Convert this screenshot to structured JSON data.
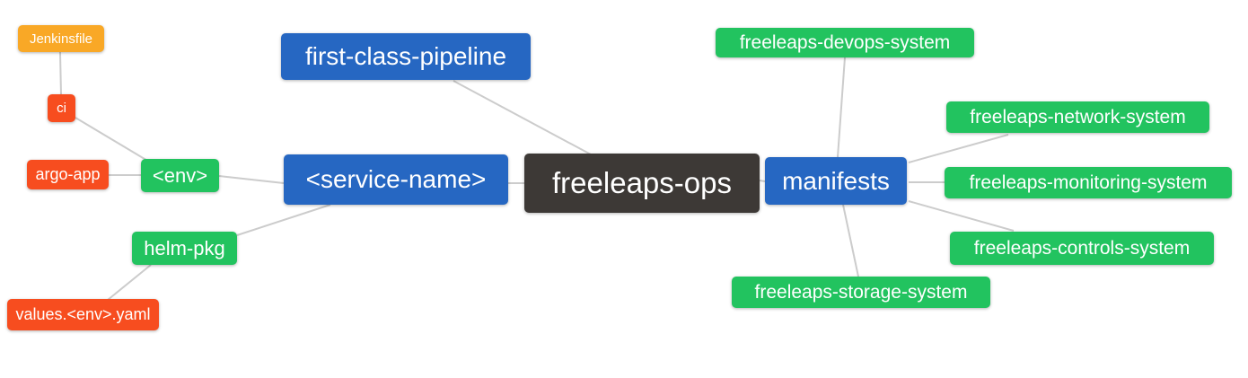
{
  "diagram": {
    "type": "mindmap",
    "root_label": "freeleaps-ops",
    "palette": {
      "blue": "#2667c2",
      "green": "#22c35f",
      "red_orange": "#f74d1f",
      "amber": "#f9a826",
      "dark": "#3d3936",
      "edge_line": "#cccccc",
      "node_text": "#ffffff",
      "background": "#ffffff"
    },
    "nodes": [
      {
        "id": "jenkinsfile",
        "label": "Jenkinsfile",
        "color": "amber"
      },
      {
        "id": "ci",
        "label": "ci",
        "color": "red_orange"
      },
      {
        "id": "argo-app",
        "label": "argo-app",
        "color": "red_orange"
      },
      {
        "id": "env",
        "label": "<env>",
        "color": "green"
      },
      {
        "id": "helm-pkg",
        "label": "helm-pkg",
        "color": "green"
      },
      {
        "id": "values-env-yaml",
        "label": "values.<env>.yaml",
        "color": "red_orange"
      },
      {
        "id": "first-class-pipeline",
        "label": "first-class-pipeline",
        "color": "blue"
      },
      {
        "id": "service-name",
        "label": "<service-name>",
        "color": "blue"
      },
      {
        "id": "freeleaps-ops",
        "label": "freeleaps-ops",
        "color": "dark"
      },
      {
        "id": "manifests",
        "label": "manifests",
        "color": "blue"
      },
      {
        "id": "freeleaps-devops-system",
        "label": "freeleaps-devops-system",
        "color": "green"
      },
      {
        "id": "freeleaps-network-system",
        "label": "freeleaps-network-system",
        "color": "green"
      },
      {
        "id": "freeleaps-monitoring-system",
        "label": "freeleaps-monitoring-system",
        "color": "green"
      },
      {
        "id": "freeleaps-controls-system",
        "label": "freeleaps-controls-system",
        "color": "green"
      },
      {
        "id": "freeleaps-storage-system",
        "label": "freeleaps-storage-system",
        "color": "green"
      }
    ],
    "edges": [
      {
        "from": "jenkinsfile",
        "to": "ci"
      },
      {
        "from": "ci",
        "to": "env"
      },
      {
        "from": "argo-app",
        "to": "env"
      },
      {
        "from": "env",
        "to": "service-name"
      },
      {
        "from": "helm-pkg",
        "to": "service-name"
      },
      {
        "from": "values-env-yaml",
        "to": "helm-pkg"
      },
      {
        "from": "first-class-pipeline",
        "to": "freeleaps-ops"
      },
      {
        "from": "service-name",
        "to": "freeleaps-ops"
      },
      {
        "from": "freeleaps-ops",
        "to": "manifests"
      },
      {
        "from": "manifests",
        "to": "freeleaps-devops-system"
      },
      {
        "from": "manifests",
        "to": "freeleaps-network-system"
      },
      {
        "from": "manifests",
        "to": "freeleaps-monitoring-system"
      },
      {
        "from": "manifests",
        "to": "freeleaps-controls-system"
      },
      {
        "from": "manifests",
        "to": "freeleaps-storage-system"
      }
    ]
  }
}
